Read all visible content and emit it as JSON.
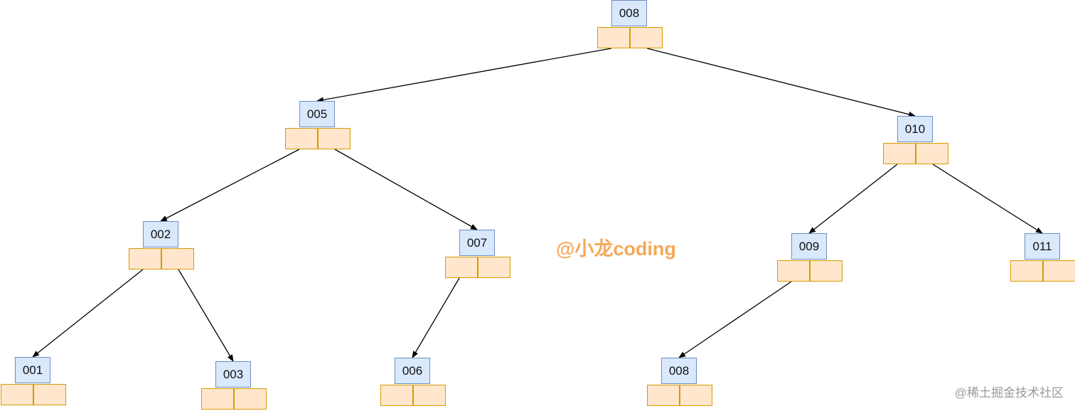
{
  "nodes": [
    {
      "id": "n008_root",
      "key": "008"
    },
    {
      "id": "n005",
      "key": "005"
    },
    {
      "id": "n010",
      "key": "010"
    },
    {
      "id": "n002",
      "key": "002"
    },
    {
      "id": "n007",
      "key": "007"
    },
    {
      "id": "n009",
      "key": "009"
    },
    {
      "id": "n011",
      "key": "011"
    },
    {
      "id": "n001",
      "key": "001"
    },
    {
      "id": "n003",
      "key": "003"
    },
    {
      "id": "n006",
      "key": "006"
    },
    {
      "id": "n008_leaf",
      "key": "008"
    }
  ],
  "edges": [
    {
      "from": "n008_root",
      "to": "n005"
    },
    {
      "from": "n008_root",
      "to": "n010"
    },
    {
      "from": "n005",
      "to": "n002"
    },
    {
      "from": "n005",
      "to": "n007"
    },
    {
      "from": "n010",
      "to": "n009"
    },
    {
      "from": "n010",
      "to": "n011"
    },
    {
      "from": "n002",
      "to": "n001"
    },
    {
      "from": "n002",
      "to": "n003"
    },
    {
      "from": "n007",
      "to": "n006"
    },
    {
      "from": "n009",
      "to": "n008_leaf"
    }
  ],
  "watermark": "@小龙coding",
  "source_credit": "@稀土掘金技术社区",
  "colors": {
    "key_fill": "#dae8fc",
    "key_border": "#6c8ebf",
    "pointer_fill": "#ffe6cc",
    "pointer_border": "#d79b00",
    "edge": "#000000",
    "watermark": "#f5a85a"
  }
}
